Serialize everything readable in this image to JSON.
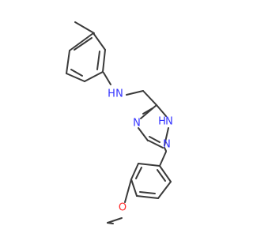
{
  "molecule": {
    "atoms": {
      "amine_n": "N",
      "amine_h": "H",
      "triazole_nh_h": "H",
      "triazole_nh_n": "N",
      "triazole_n4": "N",
      "triazole_n2": "N",
      "methoxy_o": "O"
    }
  },
  "colors": {
    "bond": "#3a3a3a",
    "carbon_label": "#3a3a3a",
    "nitrogen": "#3333ff",
    "oxygen": "#ff2a2a",
    "background": "#ffffff"
  }
}
